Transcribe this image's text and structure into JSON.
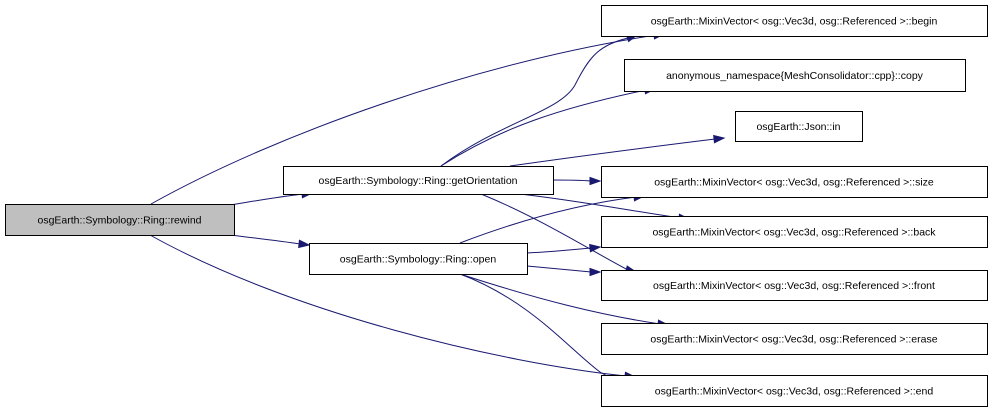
{
  "diagram": {
    "colors": {
      "edge": "#191970",
      "focus_fill": "#bfbfbf",
      "node_fill": "#ffffff",
      "node_border": "#000000",
      "text": "#000000"
    },
    "nodes": [
      {
        "id": "rewind",
        "label": "osgEarth::Symbology::Ring::rewind",
        "focus": true
      },
      {
        "id": "getOrientation",
        "label": "osgEarth::Symbology::Ring::getOrientation"
      },
      {
        "id": "open",
        "label": "osgEarth::Symbology::Ring::open"
      },
      {
        "id": "begin",
        "label": "osgEarth::MixinVector< osg::Vec3d, osg::Referenced >::begin"
      },
      {
        "id": "copy",
        "label": "anonymous_namespace{MeshConsolidator::cpp}::copy"
      },
      {
        "id": "json_in",
        "label": "osgEarth::Json::in"
      },
      {
        "id": "size",
        "label": "osgEarth::MixinVector< osg::Vec3d, osg::Referenced >::size"
      },
      {
        "id": "back",
        "label": "osgEarth::MixinVector< osg::Vec3d, osg::Referenced >::back"
      },
      {
        "id": "front",
        "label": "osgEarth::MixinVector< osg::Vec3d, osg::Referenced >::front"
      },
      {
        "id": "erase",
        "label": "osgEarth::MixinVector< osg::Vec3d, osg::Referenced >::erase"
      },
      {
        "id": "end",
        "label": "osgEarth::MixinVector< osg::Vec3d, osg::Referenced >::end"
      }
    ],
    "edges": [
      {
        "from": "rewind",
        "to": "begin"
      },
      {
        "from": "rewind",
        "to": "getOrientation"
      },
      {
        "from": "rewind",
        "to": "open"
      },
      {
        "from": "rewind",
        "to": "end"
      },
      {
        "from": "getOrientation",
        "to": "begin"
      },
      {
        "from": "getOrientation",
        "to": "copy"
      },
      {
        "from": "getOrientation",
        "to": "json_in"
      },
      {
        "from": "getOrientation",
        "to": "size"
      },
      {
        "from": "getOrientation",
        "to": "back"
      },
      {
        "from": "getOrientation",
        "to": "front"
      },
      {
        "from": "open",
        "to": "size"
      },
      {
        "from": "open",
        "to": "back"
      },
      {
        "from": "open",
        "to": "front"
      },
      {
        "from": "open",
        "to": "erase"
      },
      {
        "from": "open",
        "to": "end"
      }
    ]
  }
}
